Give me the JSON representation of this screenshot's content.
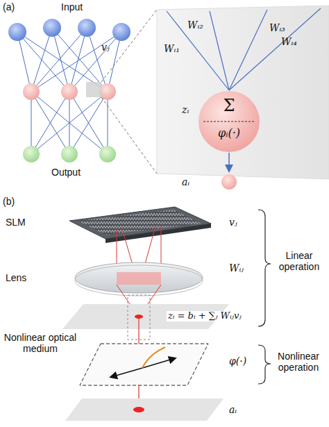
{
  "diagram": {
    "nodes": [
      {
        "text": [
          "Σ",
          "φᵢ(·)"
        ]
      }
    ],
    "labels": [
      "(a)",
      "Input",
      "vⱼ",
      "Output",
      "Wᵢ₁",
      "Wᵢ₂",
      "Wᵢ₃",
      "Wᵢ₄",
      "zᵢ",
      "aᵢ",
      "(b)",
      "SLM",
      "vⱼ",
      "Lens",
      "Wᵢⱼ",
      "Linear operation",
      "zᵢ = bᵢ + ∑ⱼ Wᵢⱼvⱼ",
      "Nonlinear optical medium",
      "φ(·)",
      "Nonlinear operation",
      "aᵢ"
    ]
  }
}
